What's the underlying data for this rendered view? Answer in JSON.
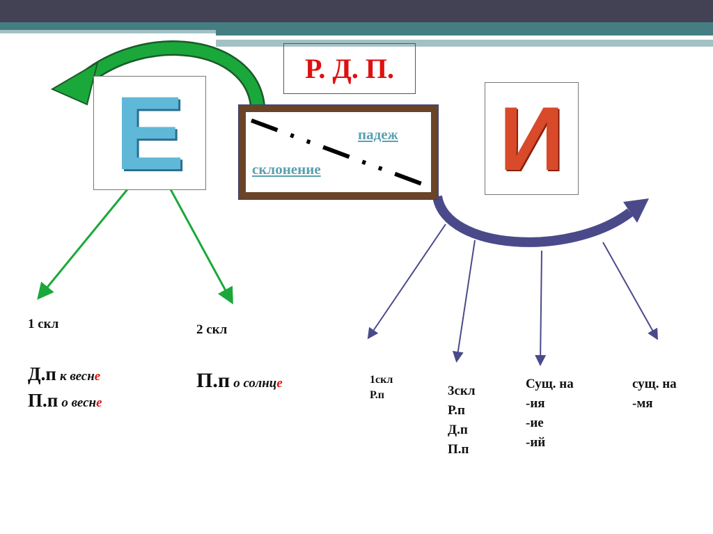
{
  "title": "Р. Д. П.",
  "frame": {
    "top_label": "падеж",
    "bottom_label": "склонение"
  },
  "images": {
    "left_letter": "Е",
    "right_letter": "И"
  },
  "left": {
    "decl1": {
      "label": "1 скл",
      "dp": "Д.п",
      "dp_example": "к весн",
      "dp_ending": "е",
      "pp": "П.п",
      "pp_example": "о  весн",
      "pp_ending": "е"
    },
    "decl2": {
      "label": "2 скл",
      "pp": "П.п",
      "pp_example": "о солнц",
      "pp_ending": "е"
    }
  },
  "right": {
    "col1": [
      "1скл",
      "Р.п"
    ],
    "col2": [
      "3скл",
      "Р.п",
      "Д.п",
      "П.п"
    ],
    "col3": [
      "Сущ. на",
      "-ия",
      "-ие",
      "-ий"
    ],
    "col4": [
      "сущ. на",
      "-мя"
    ]
  },
  "colors": {
    "header": "#424254",
    "teal": "#447e83",
    "red": "#e01010",
    "green": "#1aa83a",
    "blue": "#4a4a8a",
    "frame": "#6a4428"
  }
}
